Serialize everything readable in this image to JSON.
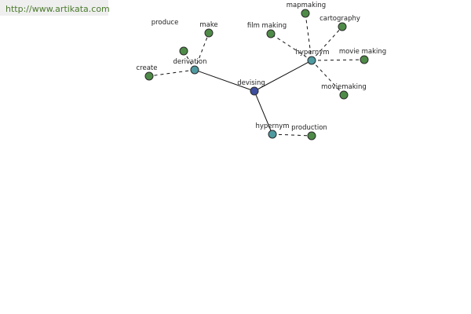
{
  "header": {
    "url": "http://www.artikata.com"
  },
  "colors": {
    "center": "#3f4fa0",
    "relation": "#4e9aa0",
    "leaf": "#4f8b48",
    "url_text": "#4a7a2c"
  },
  "graph": {
    "center": {
      "label": "devising"
    },
    "relations": [
      {
        "label": "derivation",
        "children": [
          "produce",
          "make",
          "create"
        ]
      },
      {
        "label": "hypernym",
        "children": [
          "mapmaking",
          "cartography",
          "film making",
          "movie making",
          "moviemaking"
        ]
      },
      {
        "label": "hypernym",
        "children": [
          "production"
        ]
      }
    ]
  }
}
